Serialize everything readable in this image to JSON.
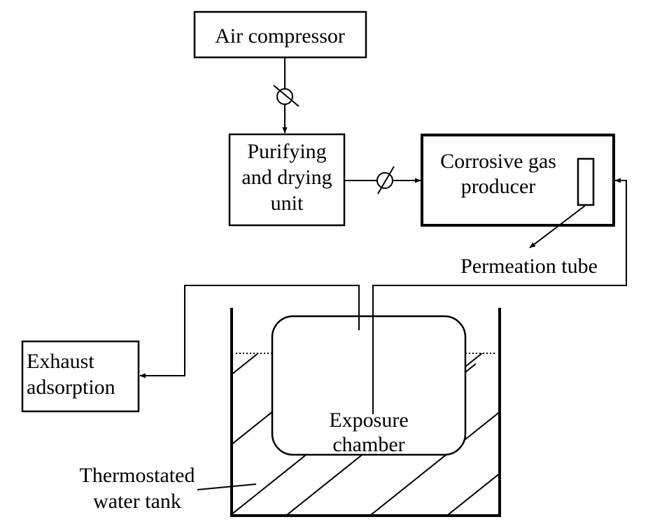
{
  "labels": {
    "air_compressor": "Air compressor",
    "purifying_line1": "Purifying",
    "purifying_line2": "and drying",
    "purifying_line3": "unit",
    "corrosive_line1": "Corrosive gas",
    "corrosive_line2": "producer",
    "permeation_tube": "Permeation tube",
    "exhaust_line1": "Exhaust",
    "exhaust_line2": "adsorption",
    "exposure_line1": "Exposure",
    "exposure_line2": "chamber",
    "tank_line1": "Thermostated",
    "tank_line2": "water tank"
  }
}
